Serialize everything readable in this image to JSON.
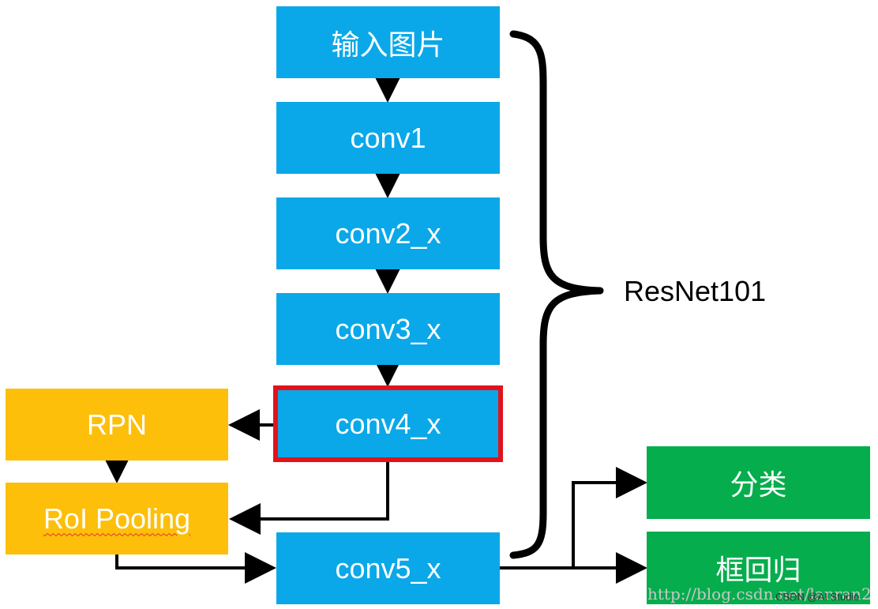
{
  "nodes": {
    "input": "输入图片",
    "conv1": "conv1",
    "conv2": "conv2_x",
    "conv3": "conv3_x",
    "conv4": "conv4_x",
    "conv5": "conv5_x",
    "rpn": "RPN",
    "roi": "RoI Pooling",
    "cls": "分类",
    "reg": "框回归"
  },
  "brace_label": "ResNet101",
  "watermark": {
    "url": "http://blog.csdn.net/lanran2",
    "credit": "CSDN @AI Studio"
  },
  "colors": {
    "backbone": "#0aa8e8",
    "rpn_roi": "#fdbf0a",
    "heads": "#06ad4d",
    "highlight_border": "#e2121c"
  }
}
